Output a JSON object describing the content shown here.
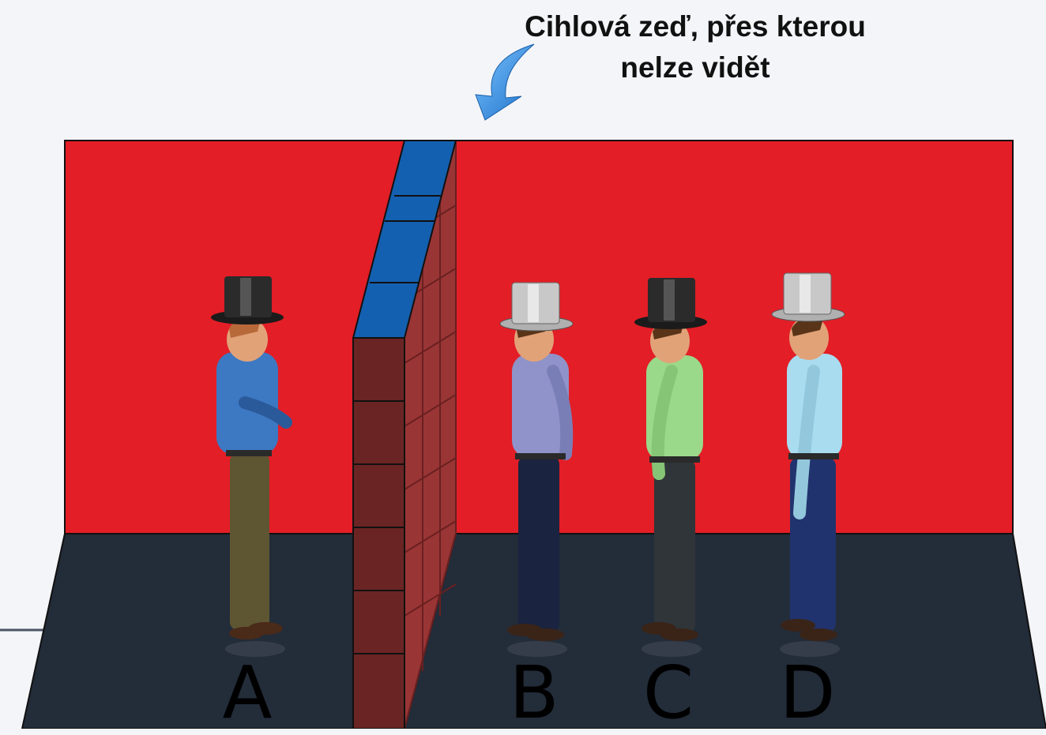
{
  "caption": {
    "line1": "Cihlová zeď, přes kterou",
    "line2": "nelze vidět"
  },
  "figures": [
    {
      "label": "A",
      "hat_color": "black",
      "shirt_color": "#3d78c2",
      "pants_color": "#5e5532"
    },
    {
      "label": "B",
      "hat_color": "white",
      "shirt_color": "#8f93c9",
      "pants_color": "#1a2340"
    },
    {
      "label": "C",
      "hat_color": "black",
      "shirt_color": "#9ad98a",
      "pants_color": "#2f3539"
    },
    {
      "label": "D",
      "hat_color": "white",
      "shirt_color": "#a9dcef",
      "pants_color": "#21336e"
    }
  ],
  "colors": {
    "background_wall": "#e31e26",
    "floor": "#232c39",
    "brick_front": "#6b2424",
    "brick_side": "#9a3535",
    "brick_top": "#1460b0",
    "arrow": "#2f8fe0"
  }
}
